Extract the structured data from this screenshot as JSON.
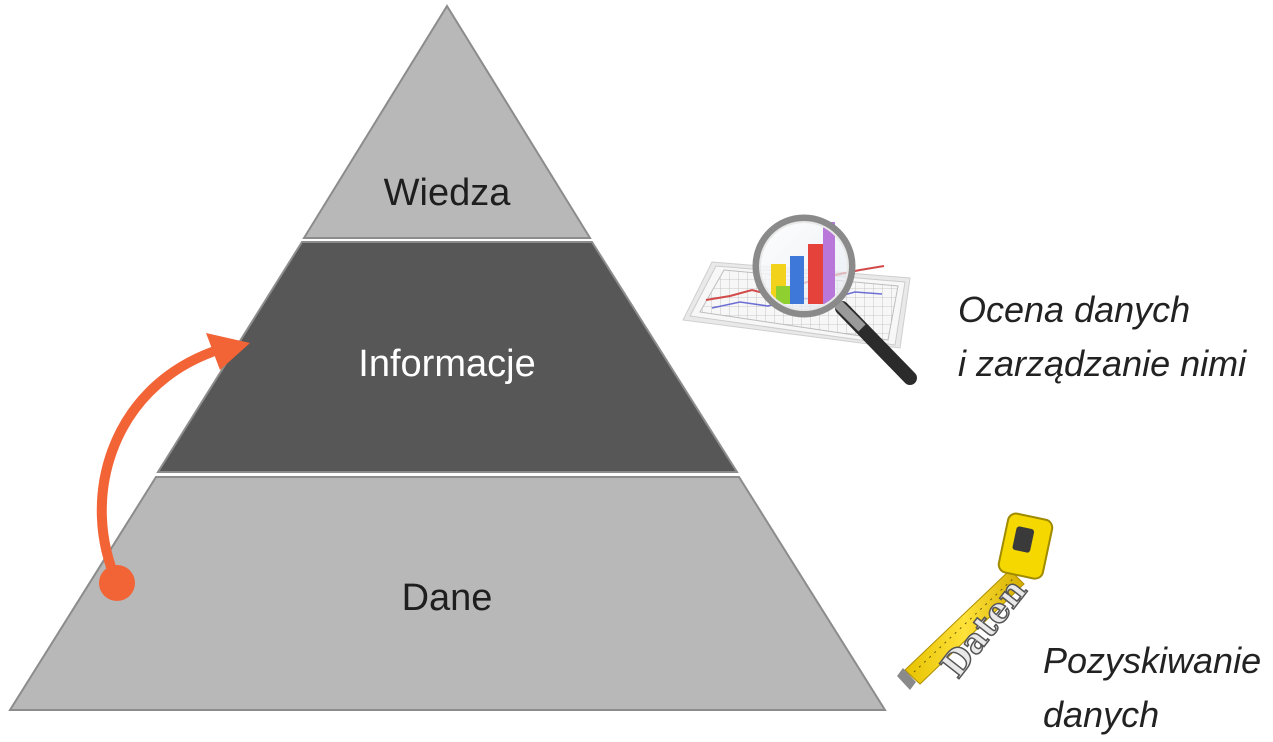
{
  "pyramid": {
    "tiers": [
      {
        "id": "top",
        "label": "Wiedza",
        "fill": "#b8b8b8",
        "text_color": "#1e1e1e"
      },
      {
        "id": "middle",
        "label": "Informacje",
        "fill": "#575757",
        "text_color": "#ffffff"
      },
      {
        "id": "bottom",
        "label": "Dane",
        "fill": "#b8b8b8",
        "text_color": "#1e1e1e"
      }
    ],
    "outline_color": "#8c8c8c"
  },
  "arrow": {
    "color": "#f26336"
  },
  "annotations": {
    "evaluation": {
      "lines": [
        "Ocena danych",
        "i zarządzanie nimi"
      ],
      "icon": "magnifier-chart-icon"
    },
    "acquisition": {
      "lines": [
        "Pozyskiwanie",
        "danych"
      ],
      "icon": "tape-measure-icon",
      "icon_text": "Daten"
    }
  }
}
